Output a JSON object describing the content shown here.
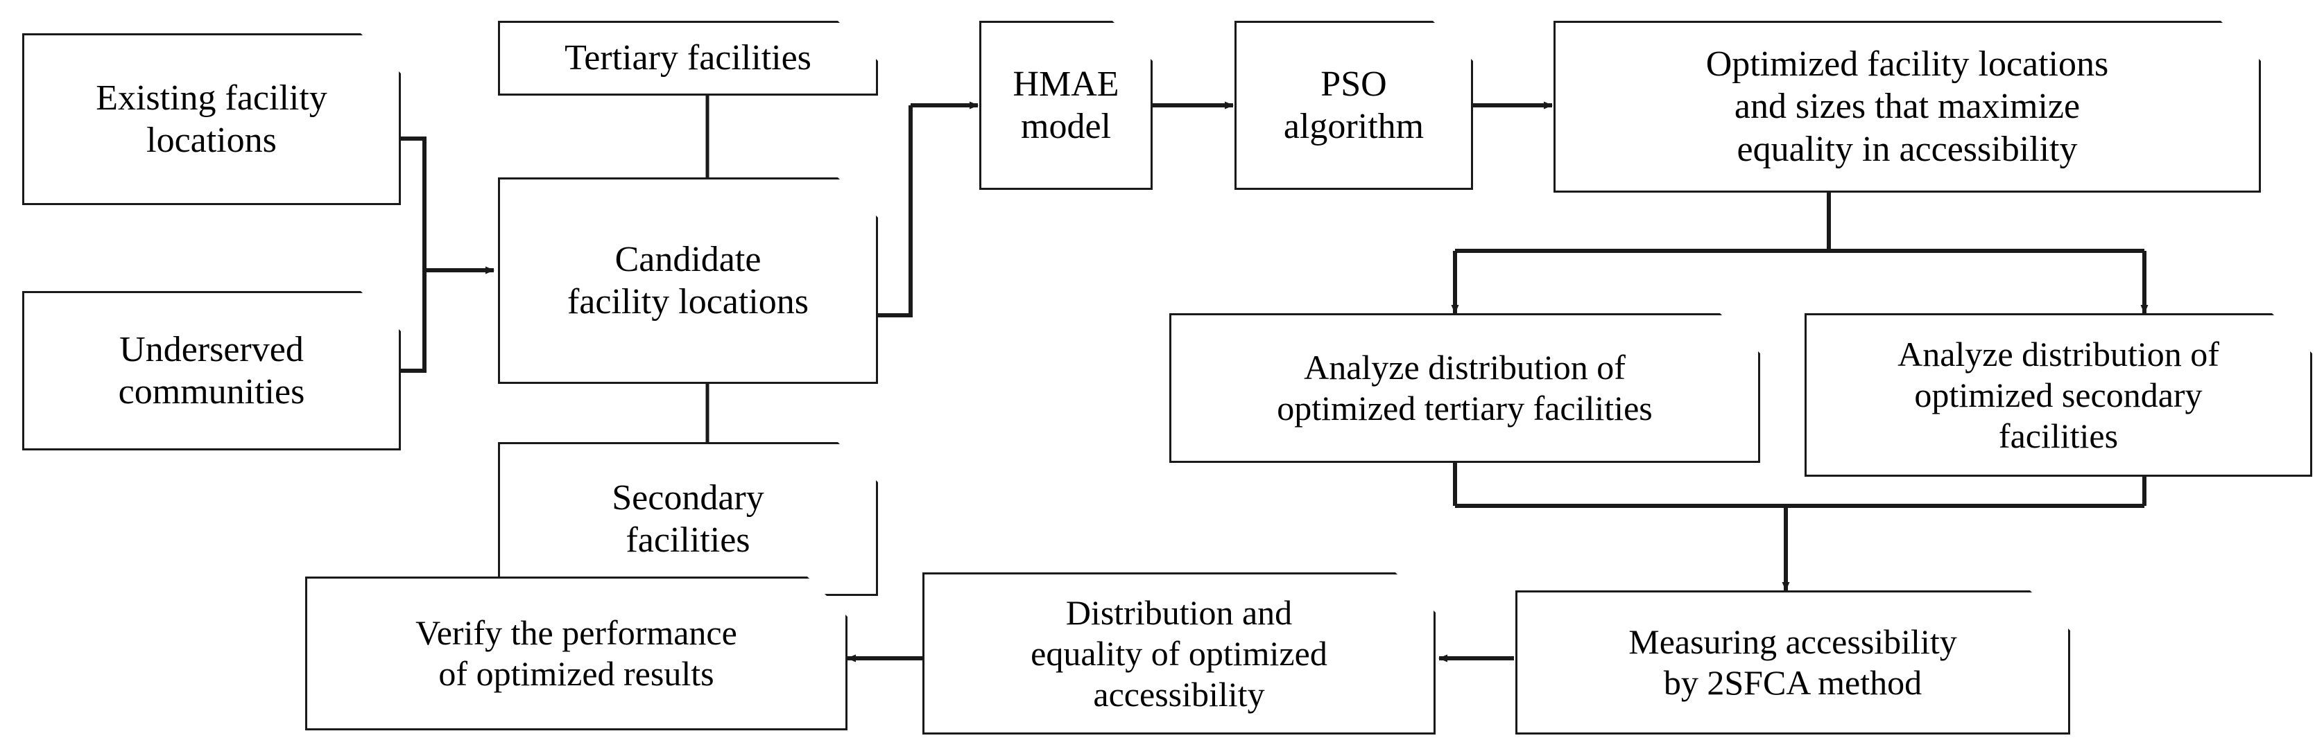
{
  "diagram": {
    "title": "Methodological framework flowchart",
    "style": {
      "line_color": "#1a1a1a",
      "box_fill": "#ffffff",
      "text_color": "#000000"
    },
    "nodes": [
      {
        "id": "existing-facility-locations",
        "label": "Existing facility\nlocations"
      },
      {
        "id": "underserved-communities",
        "label": "Underserved\ncommunities"
      },
      {
        "id": "tertiary-facilities",
        "label": "Tertiary facilities"
      },
      {
        "id": "candidate-facility-locations",
        "label": "Candidate\nfacility locations"
      },
      {
        "id": "secondary-facilities",
        "label": "Secondary\nfacilities"
      },
      {
        "id": "hmae-model",
        "label": "HMAE\nmodel"
      },
      {
        "id": "pso-algorithm",
        "label": "PSO\nalgorithm"
      },
      {
        "id": "optimized-facility-locations",
        "label": "Optimized facility locations\nand sizes that maximize\nequality in accessibility"
      },
      {
        "id": "analyze-tertiary",
        "label": "Analyze distribution of\noptimized tertiary facilities"
      },
      {
        "id": "analyze-secondary",
        "label": "Analyze distribution of\noptimized secondary\nfacilities"
      },
      {
        "id": "measuring-accessibility",
        "label": "Measuring accessibility\nby 2SFCA method"
      },
      {
        "id": "distribution-equality",
        "label": "Distribution and\nequality of optimized\naccessibility"
      },
      {
        "id": "verify-performance",
        "label": "Verify the performance\nof optimized results"
      }
    ],
    "edges": [
      {
        "from": "existing-facility-locations",
        "to": "candidate-facility-locations",
        "arrow": true
      },
      {
        "from": "underserved-communities",
        "to": "candidate-facility-locations",
        "arrow": true
      },
      {
        "from": "tertiary-facilities",
        "to": "candidate-facility-locations",
        "arrow": false
      },
      {
        "from": "secondary-facilities",
        "to": "candidate-facility-locations",
        "arrow": false
      },
      {
        "from": "candidate-facility-locations",
        "to": "hmae-model",
        "arrow": true
      },
      {
        "from": "hmae-model",
        "to": "pso-algorithm",
        "arrow": true
      },
      {
        "from": "pso-algorithm",
        "to": "optimized-facility-locations",
        "arrow": true
      },
      {
        "from": "optimized-facility-locations",
        "to": "analyze-tertiary",
        "arrow": true
      },
      {
        "from": "optimized-facility-locations",
        "to": "analyze-secondary",
        "arrow": true
      },
      {
        "from": "analyze-tertiary",
        "to": "measuring-accessibility",
        "arrow": true
      },
      {
        "from": "analyze-secondary",
        "to": "measuring-accessibility",
        "arrow": true
      },
      {
        "from": "measuring-accessibility",
        "to": "distribution-equality",
        "arrow": true
      },
      {
        "from": "distribution-equality",
        "to": "verify-performance",
        "arrow": true
      }
    ]
  }
}
